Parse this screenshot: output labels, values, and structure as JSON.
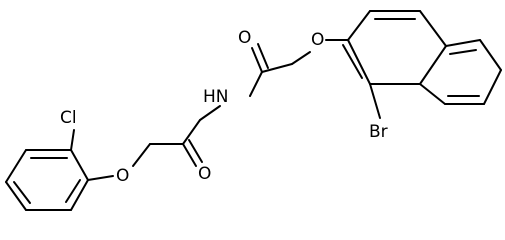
{
  "atoms": {
    "o_carbonyl_top": "O",
    "o_ether_naphthyl": "O",
    "nh_nh": "HN",
    "o_carbonyl_bottom": "O",
    "o_ether_phenyl": "O",
    "cl": "Cl",
    "br": "Br"
  }
}
